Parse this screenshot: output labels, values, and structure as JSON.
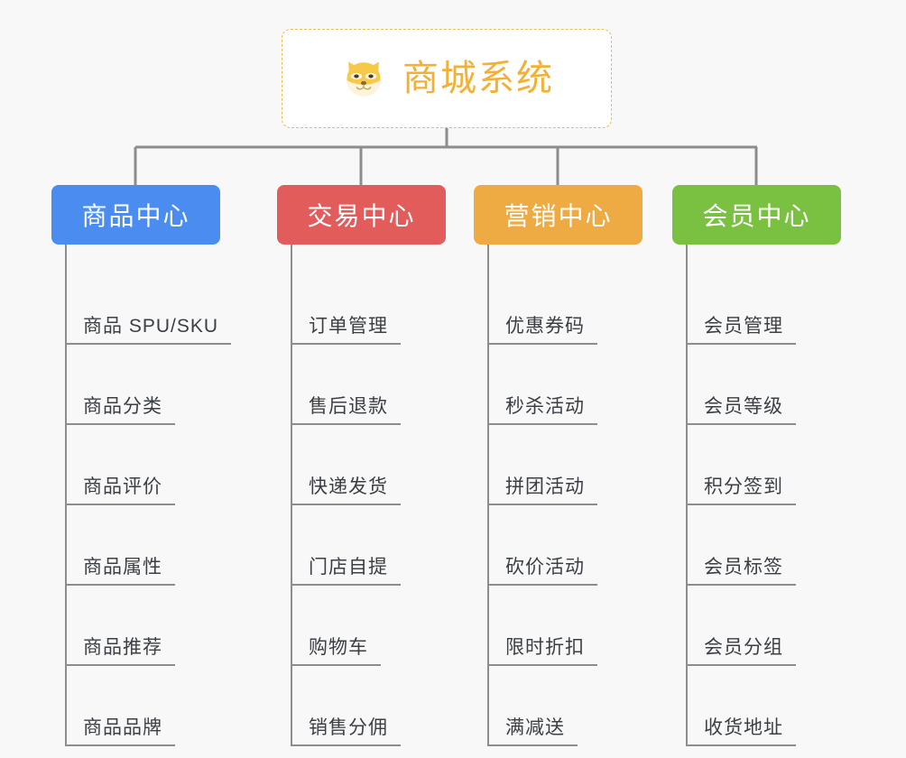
{
  "page": {
    "background_color": "#f8f8f8",
    "type": "mindmap",
    "title": "商城系统"
  },
  "root": {
    "label": "商城系统",
    "icon": "shiba-inu-dog-face-emoji",
    "text_color": "#f2b035",
    "border_color": "#f0b952",
    "background_color": "#ffffff"
  },
  "connector": {
    "color": "#8d8d8d"
  },
  "categories": [
    {
      "label": "商品中心",
      "color": "#4a8cf0",
      "items": [
        {
          "label": "商品 SPU/SKU"
        },
        {
          "label": "商品分类"
        },
        {
          "label": "商品评价"
        },
        {
          "label": "商品属性"
        },
        {
          "label": "商品推荐"
        },
        {
          "label": "商品品牌"
        }
      ]
    },
    {
      "label": "交易中心",
      "color": "#e25c5c",
      "items": [
        {
          "label": "订单管理"
        },
        {
          "label": "售后退款"
        },
        {
          "label": "快递发货"
        },
        {
          "label": "门店自提"
        },
        {
          "label": "购物车"
        },
        {
          "label": "销售分佣"
        }
      ]
    },
    {
      "label": "营销中心",
      "color": "#eeab43",
      "items": [
        {
          "label": "优惠券码"
        },
        {
          "label": "秒杀活动"
        },
        {
          "label": "拼团活动"
        },
        {
          "label": "砍价活动"
        },
        {
          "label": "限时折扣"
        },
        {
          "label": "满减送"
        }
      ]
    },
    {
      "label": "会员中心",
      "color": "#7ac142",
      "items": [
        {
          "label": "会员管理"
        },
        {
          "label": "会员等级"
        },
        {
          "label": "积分签到"
        },
        {
          "label": "会员标签"
        },
        {
          "label": "会员分组"
        },
        {
          "label": "收货地址"
        }
      ]
    }
  ]
}
